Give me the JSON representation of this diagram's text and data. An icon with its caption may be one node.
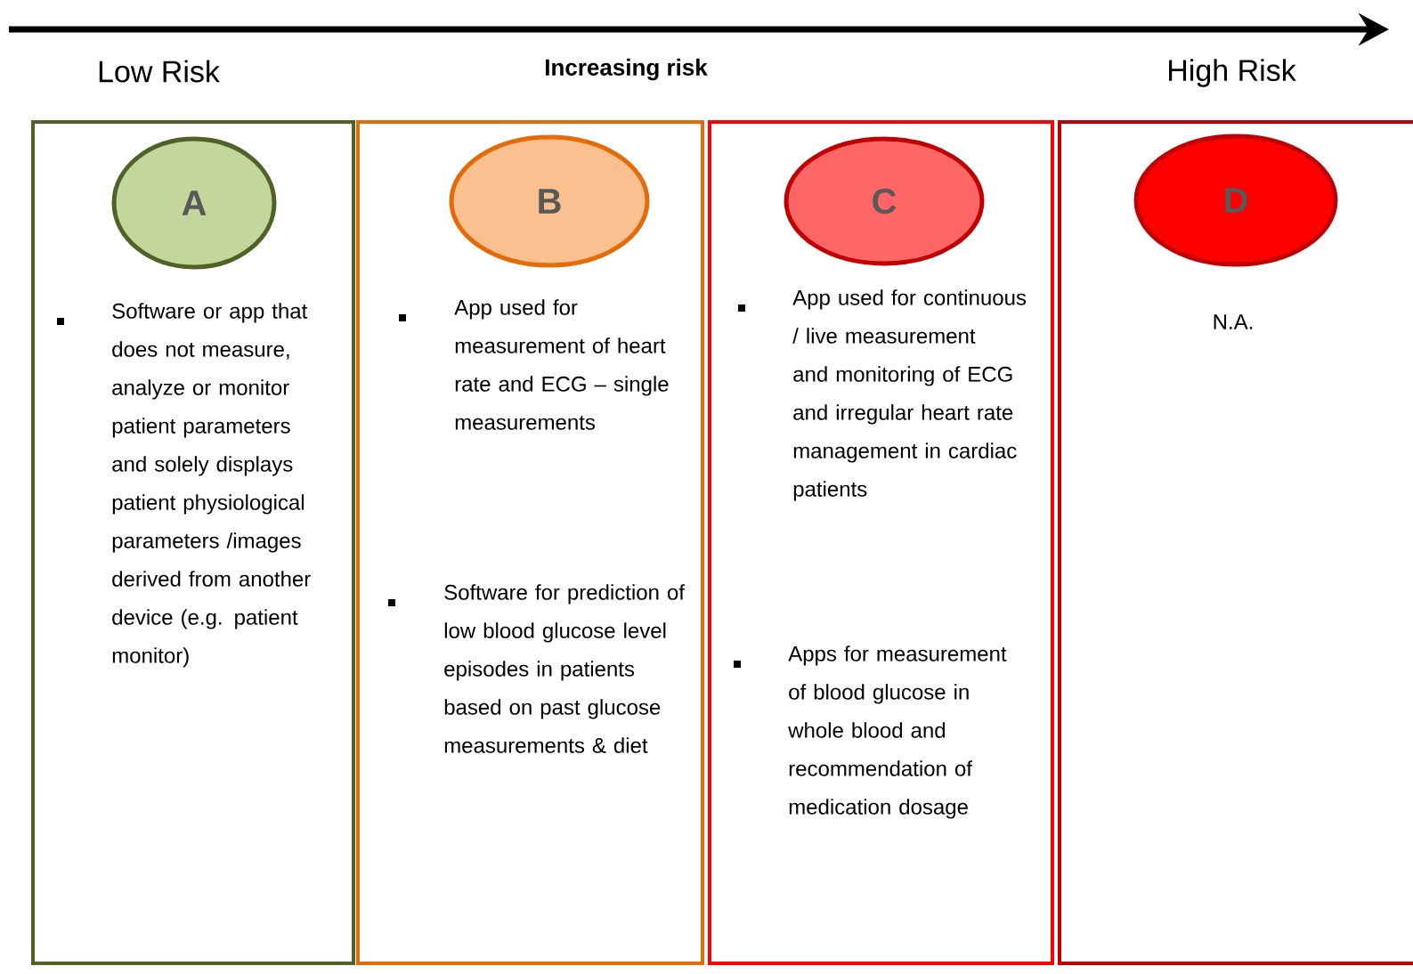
{
  "diagram": {
    "nodes": [
      {
        "text": [
          "Software or app that does not measure, analyze or monitor patient parameters and solely displays patient physiological parameters /images derived from another device (e.g. patient monitor)"
        ]
      },
      {
        "text": [
          "A"
        ],
        "in": 0
      },
      {
        "text": [
          "App used for measurement of heart rate and ECG – single measurements",
          "Software for prediction of low blood glucose level episodes in patients based on past glucose measurements & diet"
        ]
      },
      {
        "text": [
          "B"
        ],
        "in": 2
      },
      {
        "text": [
          "App used for continuous / live measurement and monitoring of ECG and irregular heart rate management in cardiac patients",
          "Apps for measurement of blood glucose in whole blood and recommendation of medication dosage"
        ]
      },
      {
        "text": [
          "C"
        ],
        "in": 4
      },
      {
        "text": [
          "N.A."
        ]
      },
      {
        "text": [
          "D"
        ],
        "in": 6
      }
    ],
    "edges": [],
    "labels": [
      "Low Risk",
      "Increasing risk",
      "High Risk"
    ]
  }
}
